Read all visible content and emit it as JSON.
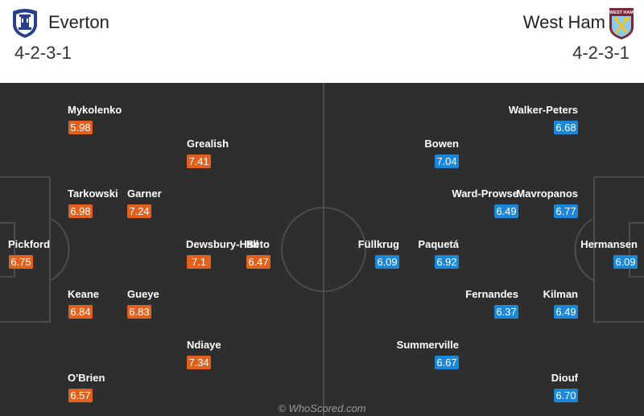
{
  "home": {
    "name": "Everton",
    "formation": "4-2-3-1",
    "crest_icon": "everton-crest-icon",
    "color": "#e0621e",
    "players": [
      {
        "name": "Mykolenko",
        "rating": "5.98"
      },
      {
        "name": "Grealish",
        "rating": "7.41"
      },
      {
        "name": "Tarkowski",
        "rating": "6.98"
      },
      {
        "name": "Garner",
        "rating": "7.24"
      },
      {
        "name": "Pickford",
        "rating": "6.75"
      },
      {
        "name": "Dewsbury-Hall",
        "rating": "7.1"
      },
      {
        "name": "Beto",
        "rating": "6.47"
      },
      {
        "name": "Keane",
        "rating": "6.84"
      },
      {
        "name": "Gueye",
        "rating": "6.83"
      },
      {
        "name": "Ndiaye",
        "rating": "7.34"
      },
      {
        "name": "O'Brien",
        "rating": "6.57"
      }
    ]
  },
  "away": {
    "name": "West Ham",
    "formation": "4-2-3-1",
    "crest_icon": "west-ham-crest-icon",
    "crest_text": "WEST HAM",
    "color": "#1a87d8",
    "players": [
      {
        "name": "Walker-Peters",
        "rating": "6.68"
      },
      {
        "name": "Bowen",
        "rating": "7.04"
      },
      {
        "name": "Ward-Prowse",
        "rating": "6.49"
      },
      {
        "name": "Mavropanos",
        "rating": "6.77"
      },
      {
        "name": "Füllkrug",
        "rating": "6.09"
      },
      {
        "name": "Paquetá",
        "rating": "6.92"
      },
      {
        "name": "Hermansen",
        "rating": "6.09"
      },
      {
        "name": "Fernandes",
        "rating": "6.37"
      },
      {
        "name": "Kilman",
        "rating": "6.49"
      },
      {
        "name": "Summerville",
        "rating": "6.67"
      },
      {
        "name": "Diouf",
        "rating": "6.70"
      }
    ]
  },
  "pitch_color": "#2e2e2e",
  "watermark": "© WhoScored.com"
}
